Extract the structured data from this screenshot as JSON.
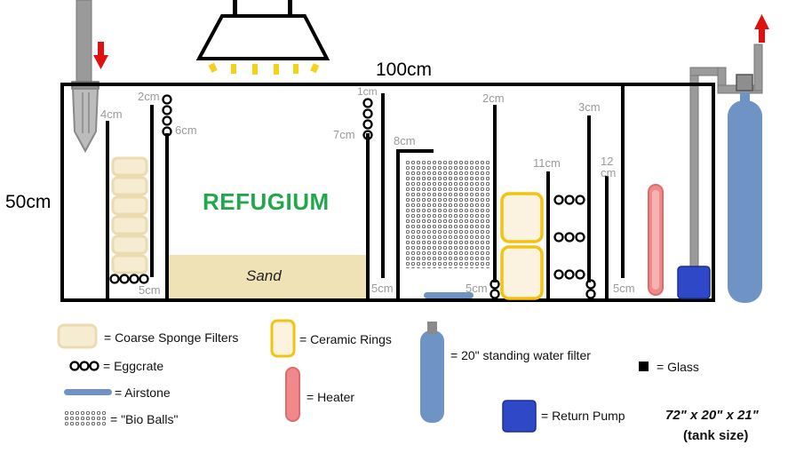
{
  "labels": {
    "length": "100cm",
    "height": "50cm",
    "refugium": "REFUGIUM",
    "sand": "Sand"
  },
  "measurements": [
    {
      "id": "m4cm",
      "text": "4cm"
    },
    {
      "id": "m2cm_a",
      "text": "2cm"
    },
    {
      "id": "m6cm",
      "text": "6cm"
    },
    {
      "id": "m5cm_a",
      "text": "5cm"
    },
    {
      "id": "m1cm",
      "text": "1cm"
    },
    {
      "id": "m7cm",
      "text": "7cm"
    },
    {
      "id": "m8cm",
      "text": "8cm"
    },
    {
      "id": "m5cm_b",
      "text": "5cm"
    },
    {
      "id": "m2cm_b",
      "text": "2cm"
    },
    {
      "id": "m5cm_c",
      "text": "5cm"
    },
    {
      "id": "m3cm",
      "text": "3cm"
    },
    {
      "id": "m11cm",
      "text": "11cm"
    },
    {
      "id": "m12cm",
      "text": "12"
    },
    {
      "id": "m12cm_unit",
      "text": "cm"
    },
    {
      "id": "m5cm_d",
      "text": "5cm"
    }
  ],
  "legend": {
    "sponge": "= Coarse Sponge Filters",
    "eggcrate": "= Eggcrate",
    "airstone": "= Airstone",
    "bioballs": "= \"Bio Balls\"",
    "ceramic": "= Ceramic Rings",
    "heater": "= Heater",
    "standing_filter": "= 20\" standing water filter",
    "return_pump": "= Return Pump",
    "glass": "= Glass"
  },
  "tank_size": {
    "dims": "72\" x 20\" x 21\"",
    "caption": "(tank size)"
  },
  "colors": {
    "glass": "#000000",
    "sponge_fill": "#f5ecd2",
    "sponge_stroke": "#eadbb0",
    "sand": "#eee2b6",
    "ceramic_stroke": "#f2c310",
    "ceramic_fill": "#fbf3df",
    "heater": "#f08a8a",
    "heater_stroke": "#e06b6b",
    "filter": "#6f93c4",
    "pump": "#2f48c8",
    "pipe": "#9a9a9a",
    "flow_arrow": "#e01010",
    "refugium": "#22a84c"
  },
  "icons": [
    "light-hood-icon",
    "drain-arrow-down-icon",
    "return-arrow-up-icon"
  ]
}
